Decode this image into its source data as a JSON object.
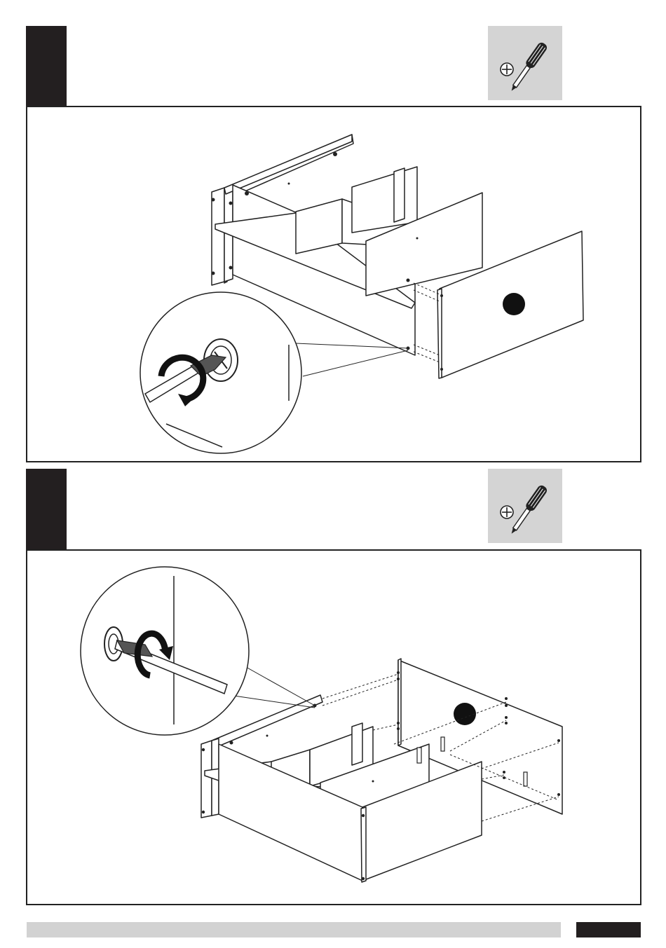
{
  "document": {
    "type": "assembly-instructions-page",
    "colors": {
      "tab": "#231f20",
      "tool_box": "#d4d4d4",
      "footer_bar": "#d2d2d2",
      "footer_page_box": "#231f20",
      "line": "#222222"
    }
  },
  "steps": [
    {
      "tool_icon": "phillips-screwdriver-icon",
      "illustration": "attach-front-panel-to-frame",
      "detail_view": "screwdriver-turning-cam-lock-clockwise"
    },
    {
      "tool_icon": "phillips-screwdriver-icon",
      "illustration": "attach-side-panel-to-frame",
      "detail_view": "screwdriver-turning-cam-lock-clockwise"
    }
  ]
}
